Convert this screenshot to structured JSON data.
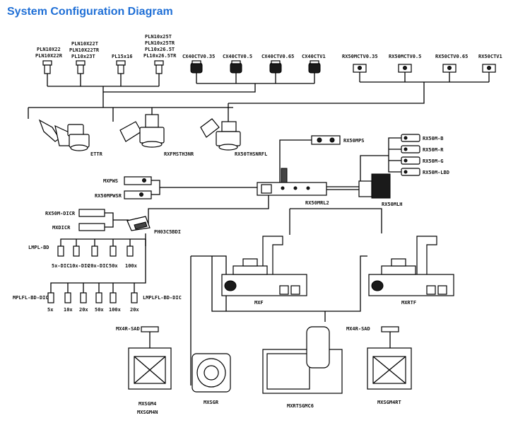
{
  "title": "System Configuration Diagram",
  "eyepieces": [
    {
      "lines": [
        "PLN10X22",
        "PLN10X22R"
      ]
    },
    {
      "lines": [
        "PLN10X22T",
        "PLN10X22TR",
        "PL10x23T"
      ]
    },
    {
      "lines": [
        "PL15x16"
      ]
    },
    {
      "lines": [
        "PLN10x25T",
        "PLN10x25TR",
        "PL10x26.5T",
        "PL10x26.5TR"
      ]
    }
  ],
  "camera_adapters": [
    {
      "label": "CX40CTV0.35"
    },
    {
      "label": "CX40CTV0.5"
    },
    {
      "label": "CX40CTV0.65"
    },
    {
      "label": "CX40CTV1"
    }
  ],
  "rx_adapters": [
    {
      "label": "RX50MCTV0.35"
    },
    {
      "label": "RX50MCTV0.5"
    },
    {
      "label": "RX50CTV0.65"
    },
    {
      "label": "RX50CTV1"
    }
  ],
  "heads": [
    {
      "label": "ETTR"
    },
    {
      "label": "RXFMSTH3NR"
    },
    {
      "label": "RX50THSNRFL"
    }
  ],
  "fluorescence": {
    "mps": "RX50MPS",
    "filters": [
      "RX50M-B",
      "RX50M-R",
      "RX50M-G",
      "RX50M-LBD"
    ],
    "illuminator": "RX50MRL2",
    "lamphouse": "RX50MLH"
  },
  "polarizers": {
    "mxpws": "MXPWS",
    "mpwsr": "RX50MPWSR",
    "dicr": "RX50M-DICR",
    "mxdicr": "MXDICR",
    "nosepiece": "PH03C5BDI"
  },
  "objectives_a": {
    "group": "LMPL-BD",
    "items": [
      "5x-DIC",
      "10x-DIC",
      "20x-DIC",
      "50x",
      "100x"
    ]
  },
  "objectives_b": {
    "group": "MPLFL-BD-DIC",
    "items": [
      "5x",
      "10x",
      "20x",
      "50x",
      "100x"
    ]
  },
  "objectives_c": {
    "group": "LMPLFL-BD-DIC",
    "items": [
      "20x"
    ]
  },
  "frames": [
    {
      "label": "MXF"
    },
    {
      "label": "MXRTF"
    }
  ],
  "stages": {
    "sad_left": "MX4R-SAD",
    "sad_right": "MX4R-SAD",
    "stage1": [
      "MXSGM4",
      "MXSGM4N"
    ],
    "stage2": "MXSGR",
    "stage3": "MXRTSGMC6",
    "stage4": "MXSGM4RT"
  }
}
